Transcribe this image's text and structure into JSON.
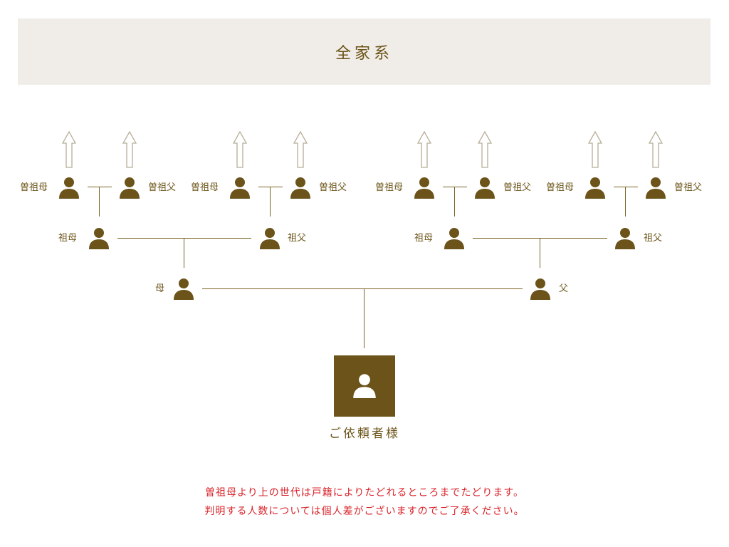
{
  "header": {
    "title": "全家系"
  },
  "colors": {
    "accent": "#6b531a",
    "header_bg": "#f0ede8",
    "note": "#d8232a",
    "arrow": "#b8ae98"
  },
  "generations": {
    "great_grandparents": [
      {
        "label": "曽祖母",
        "side": "left"
      },
      {
        "label": "曽祖父",
        "side": "right"
      },
      {
        "label": "曽祖母",
        "side": "left"
      },
      {
        "label": "曽祖父",
        "side": "right"
      },
      {
        "label": "曽祖母",
        "side": "left"
      },
      {
        "label": "曽祖父",
        "side": "right"
      },
      {
        "label": "曽祖母",
        "side": "left"
      },
      {
        "label": "曽祖父",
        "side": "right"
      }
    ],
    "grandparents": [
      {
        "label": "祖母"
      },
      {
        "label": "祖父"
      },
      {
        "label": "祖母"
      },
      {
        "label": "祖父"
      }
    ],
    "parents": [
      {
        "label": "母"
      },
      {
        "label": "父"
      }
    ],
    "self": {
      "label": "ご依頼者様"
    }
  },
  "notes": [
    "曽祖母より上の世代は戸籍によりたどれるところまでたどります。",
    "判明する人数については個人差がございますのでご了承ください。"
  ]
}
